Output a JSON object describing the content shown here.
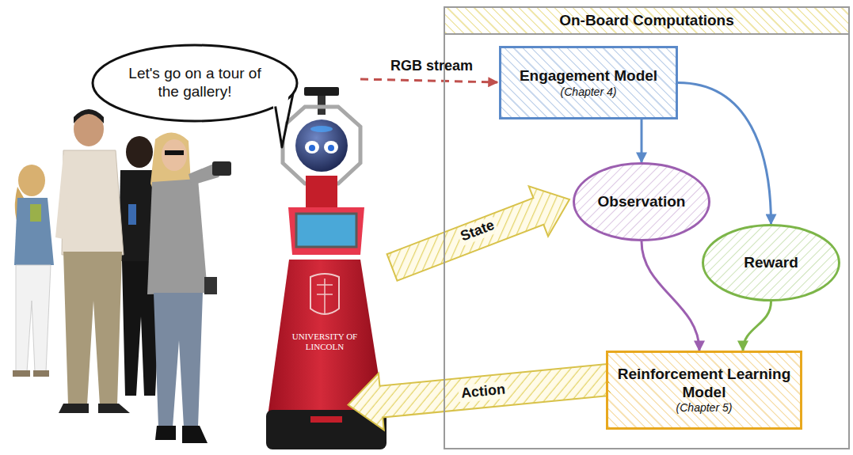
{
  "diagram": {
    "nodes": [
      {
        "text": [
          "Let's go on a tour of the gallery!"
        ]
      },
      {
        "text": [
          "On-Board Computations"
        ]
      },
      {
        "text": [
          "Engagement Model",
          "(Chapter 4)"
        ],
        "in": 1
      },
      {
        "text": [
          "Observation"
        ],
        "in": 1
      },
      {
        "text": [
          "Reward"
        ],
        "in": 1
      },
      {
        "text": [
          "Reinforcement Learning Model",
          "(Chapter 5)"
        ],
        "in": 1
      }
    ],
    "edges": [
      {
        "from": 2,
        "to": 3,
        "arrow": "to"
      },
      {
        "from": 2,
        "to": 4,
        "arrow": "to"
      },
      {
        "from": 3,
        "to": 5,
        "arrow": "to"
      },
      {
        "from": 4,
        "to": 5,
        "arrow": "to"
      }
    ],
    "labels": [
      "RGB stream",
      "State",
      "Action",
      "UNIVERSITY OF LINCOLN"
    ]
  }
}
